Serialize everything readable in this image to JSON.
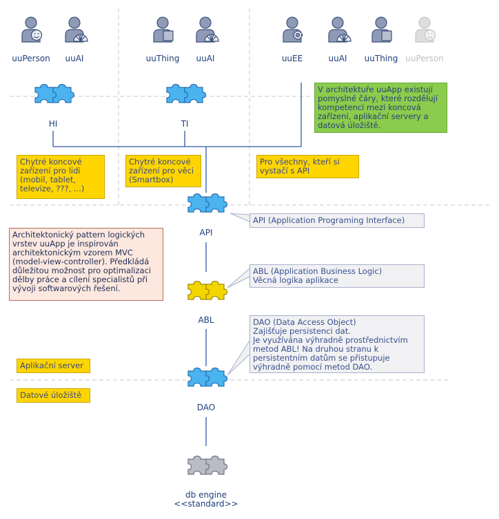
{
  "top_icons": [
    {
      "label": "uuPerson",
      "icon": "person-smiley-icon"
    },
    {
      "label": "uuAI",
      "icon": "person-shell-icon"
    },
    {
      "label": "uuThing",
      "icon": "person-box-icon"
    },
    {
      "label": "uuAI",
      "icon": "person-shell-icon"
    },
    {
      "label": "uuEE",
      "icon": "person-gear-icon"
    },
    {
      "label": "uuAI",
      "icon": "person-shell-icon"
    },
    {
      "label": "uuThing",
      "icon": "person-box-icon"
    },
    {
      "label": "uuPerson",
      "icon": "person-smiley-icon",
      "disabled": true
    }
  ],
  "components": {
    "hi": {
      "label": "HI",
      "color": "#4ab3f0"
    },
    "ti": {
      "label": "TI",
      "color": "#4ab3f0"
    },
    "api": {
      "label": "API",
      "color": "#4ab3f0"
    },
    "abl": {
      "label": "ABL",
      "color": "#f2d600"
    },
    "dao": {
      "label": "DAO",
      "color": "#4ab3f0"
    },
    "db": {
      "label": "db engine",
      "stereotype": "<<standard>>",
      "color": "#b9bcc4"
    }
  },
  "notes": {
    "boundary": "V architektuře uuApp existují pomyslné čáry, které rozdělují kompetenci mezi koncová zařízení, aplikační servery a datová úložiště.",
    "devices_people": "Chytré koncové zařízení pro lidi (mobil, tablet, televize, ???, ...)",
    "devices_things": "Chytré koncové zařízení pro věci (Smartbox)",
    "api_for_all": "Pro všechny, kteří si vystačí s API",
    "pattern": "Architektonický pattern logických vrstev uuApp je inspirován architektonickým vzorem MVC (model-view-controller). Předkládá důležitou možnost pro optimalizaci dělby práce a cílení specialistů při vývoji softwarových řešení.",
    "api_desc": "API (Application Programing Interface)",
    "abl_desc": "ABL (Application Business Logic)\nVěcná logika aplikace",
    "dao_desc": "DAO (Data Access Object)\nZajišťuje persistenci dat.\nJe využívána výhradně prostřednictvím metod ABL! Na druhou stranu k persistentním datům se přistupuje výhradně pomocí metod DAO.",
    "app_server": "Aplikační server",
    "data_storage": "Datové úložiště"
  },
  "colors": {
    "line": "#2d58a8",
    "separator": "#c8c8c8",
    "icon_fill": "#8f9bb6",
    "icon_stroke": "#3d4f7a",
    "icon_disabled": "#d6d6d6"
  }
}
